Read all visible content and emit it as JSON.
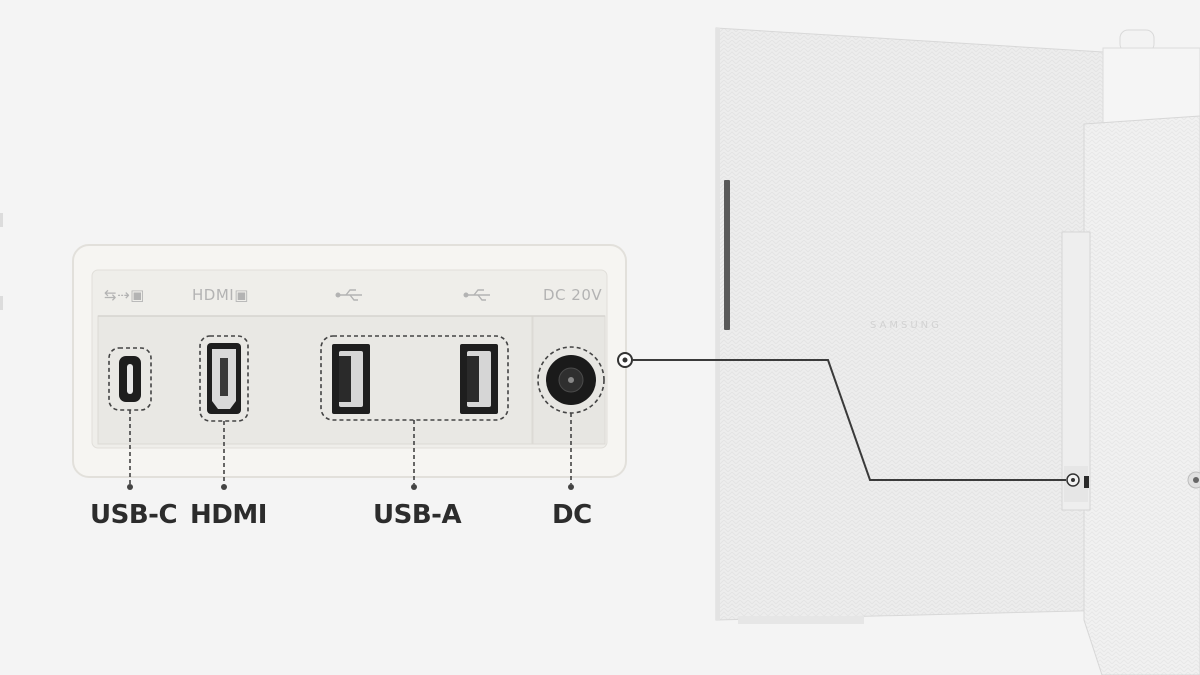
{
  "panel": {
    "silkscreen": {
      "usbc_icons": "⇆⇢▣",
      "hdmi": "HDMI▣",
      "usb_a_left_icon": "⮌",
      "usb_a_right_icon": "⮌",
      "dc": "DC 20V"
    }
  },
  "labels": {
    "usbc": "USB-C",
    "hdmi": "HDMI",
    "usba": "USB-A",
    "dc": "DC"
  },
  "monitor": {
    "brand": "SAMSUNG"
  },
  "colors": {
    "background": "#f4f4f4",
    "panel": "#efede8",
    "monitor": "#ececec",
    "port_black": "#1e1e1e",
    "callout_line": "#3a3a3a"
  },
  "icons": [
    "usb-c-logo-icon",
    "hdmi-logo-icon",
    "usb-trident-icon"
  ]
}
